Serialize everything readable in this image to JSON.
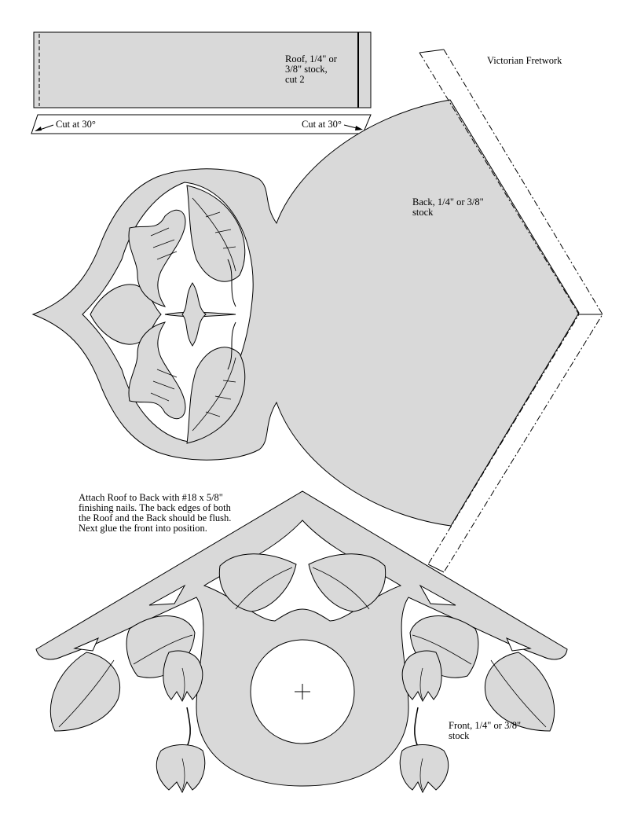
{
  "title": "Victorian Fretwork",
  "roof": {
    "label": "Roof, 1/4\" or\n3/8\" stock,\ncut 2",
    "cut_left": "Cut at 30°",
    "cut_right": "Cut at 30°"
  },
  "back": {
    "label": "Back, 1/4\" or 3/8\"\nstock"
  },
  "front": {
    "label": "Front, 1/4\" or 3/8\"\nstock"
  },
  "instructions": "Attach Roof to Back with #18 x 5/8\"\nfinishing nails. The back edges of both\nthe Roof and the Back should be flush.\nNext glue the front into position.",
  "colors": {
    "part_fill": "#d9d9d9",
    "line": "#000000",
    "background": "#ffffff"
  }
}
